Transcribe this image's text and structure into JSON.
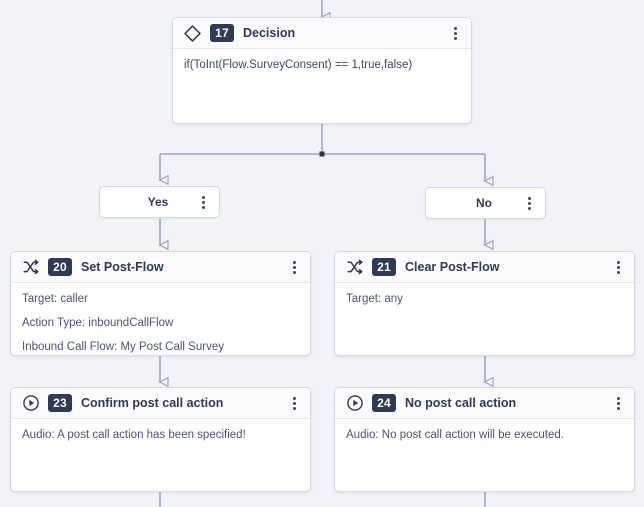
{
  "canvas": {
    "background_color": "#f2f3f8",
    "accent_color": "#2f3a56",
    "wire_color": "#8e97b3"
  },
  "decision_node": {
    "id": "17",
    "title": "Decision",
    "icon": "diamond-icon",
    "menu_icon": "kebab-menu-icon",
    "expression": "if(ToInt(Flow.SurveyConsent) == 1,true,false)"
  },
  "branches": [
    {
      "label": "Yes",
      "menu_icon": "kebab-menu-icon"
    },
    {
      "label": "No",
      "menu_icon": "kebab-menu-icon"
    }
  ],
  "nodes": [
    {
      "id": "20",
      "title": "Set Post-Flow",
      "icon": "shuffle-icon",
      "menu_icon": "kebab-menu-icon",
      "lines": [
        "Target: caller",
        "Action Type: inboundCallFlow",
        "Inbound Call Flow: My Post Call Survey"
      ]
    },
    {
      "id": "21",
      "title": "Clear Post-Flow",
      "icon": "shuffle-icon",
      "menu_icon": "kebab-menu-icon",
      "lines": [
        "Target: any"
      ]
    },
    {
      "id": "23",
      "title": "Confirm post call action",
      "icon": "play-circle-icon",
      "menu_icon": "kebab-menu-icon",
      "lines": [
        "Audio: A post call action has been specified!"
      ]
    },
    {
      "id": "24",
      "title": "No post call action",
      "icon": "play-circle-icon",
      "menu_icon": "kebab-menu-icon",
      "lines": [
        "Audio: No post call action will be executed."
      ]
    }
  ]
}
